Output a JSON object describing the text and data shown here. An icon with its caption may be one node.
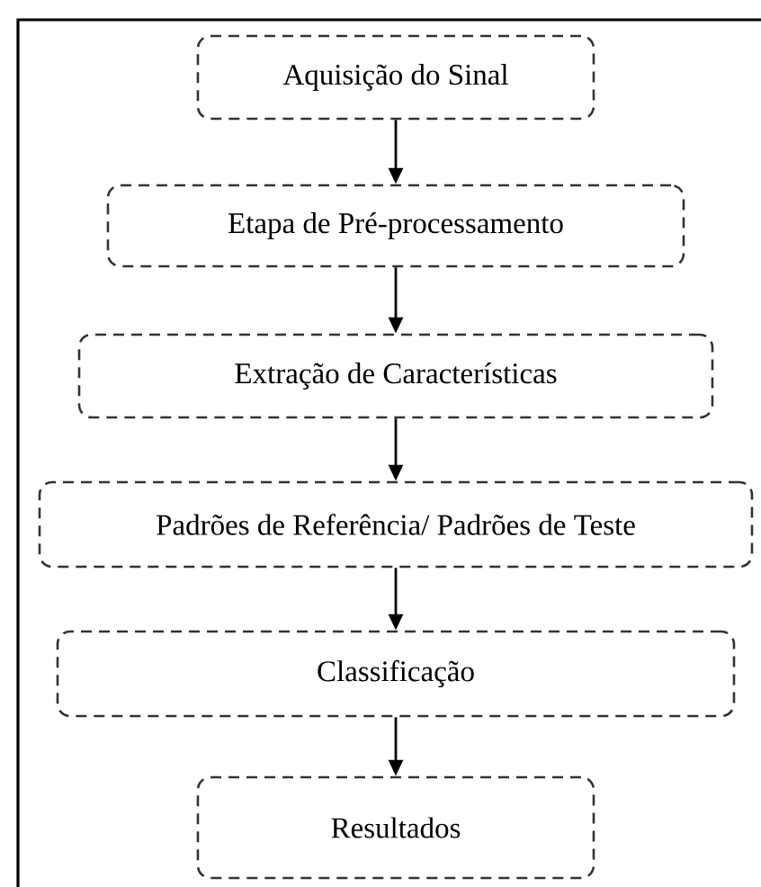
{
  "diagram": {
    "nodes": [
      {
        "text": [
          "Aquisição do Sinal"
        ]
      },
      {
        "text": [
          "Etapa de Pré-processamento"
        ]
      },
      {
        "text": [
          "Extração de Características"
        ]
      },
      {
        "text": [
          "Padrões de Referência/ Padrões de Teste"
        ]
      },
      {
        "text": [
          "Classificação"
        ]
      },
      {
        "text": [
          "Resultados"
        ]
      }
    ],
    "edges": [
      {
        "from": 0,
        "to": 1,
        "arrow": "to"
      },
      {
        "from": 1,
        "to": 2,
        "arrow": "to"
      },
      {
        "from": 2,
        "to": 3,
        "arrow": "to"
      },
      {
        "from": 3,
        "to": 4,
        "arrow": "to"
      },
      {
        "from": 4,
        "to": 5,
        "arrow": "to"
      }
    ]
  }
}
